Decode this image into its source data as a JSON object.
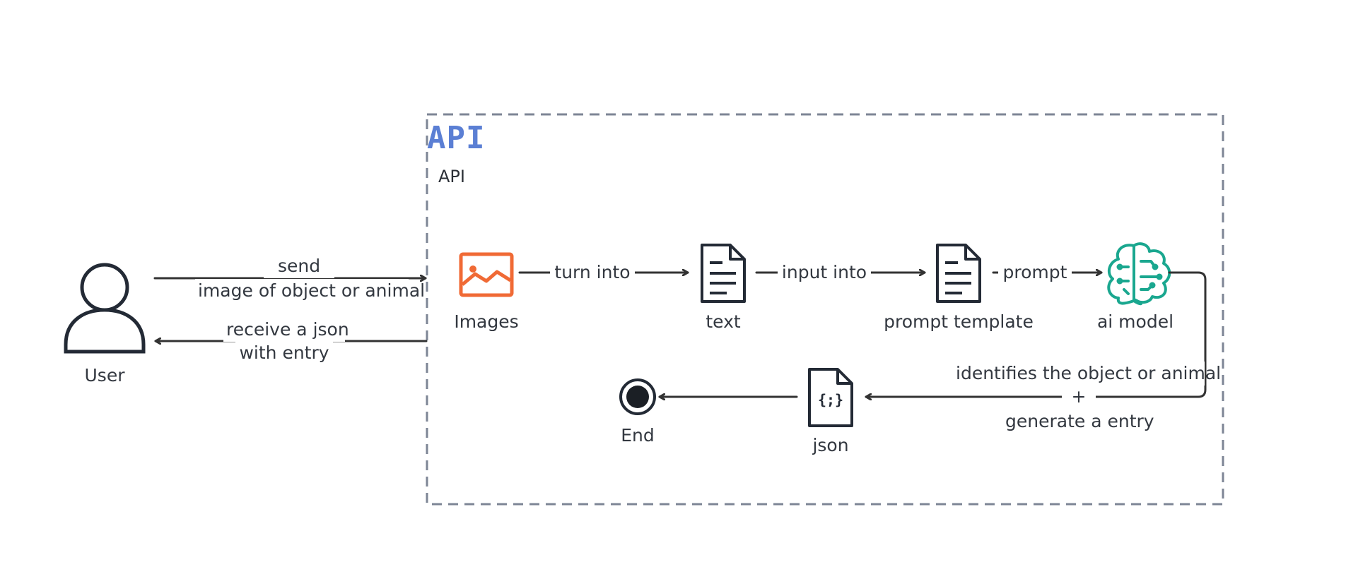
{
  "api_box": {
    "logo": "API",
    "title": "API"
  },
  "nodes": {
    "user": "User",
    "images": "Images",
    "text": "text",
    "prompt_template": "prompt template",
    "ai_model": "ai model",
    "json": "json",
    "end": "End"
  },
  "json_glyph": "{;}",
  "edges": {
    "send_line1": "send",
    "send_line2": "image of object or animal",
    "receive_line1": "receive a json",
    "receive_line2": "with entry",
    "turn_into": "turn into",
    "input_into": "input into",
    "prompt": "prompt",
    "identifies_line1": "identifies the object or animal",
    "identifies_line2": "+",
    "identifies_line3": "generate a entry"
  },
  "colors": {
    "api_logo": "#5b7fd4",
    "api_border": "#7d8595",
    "images_icon": "#f06a35",
    "ai_icon": "#1aa78f",
    "lines": "#333333"
  },
  "icons": [
    "user-icon",
    "image-icon",
    "document-icon",
    "brain-circuit-icon",
    "json-file-icon",
    "end-node-icon"
  ]
}
